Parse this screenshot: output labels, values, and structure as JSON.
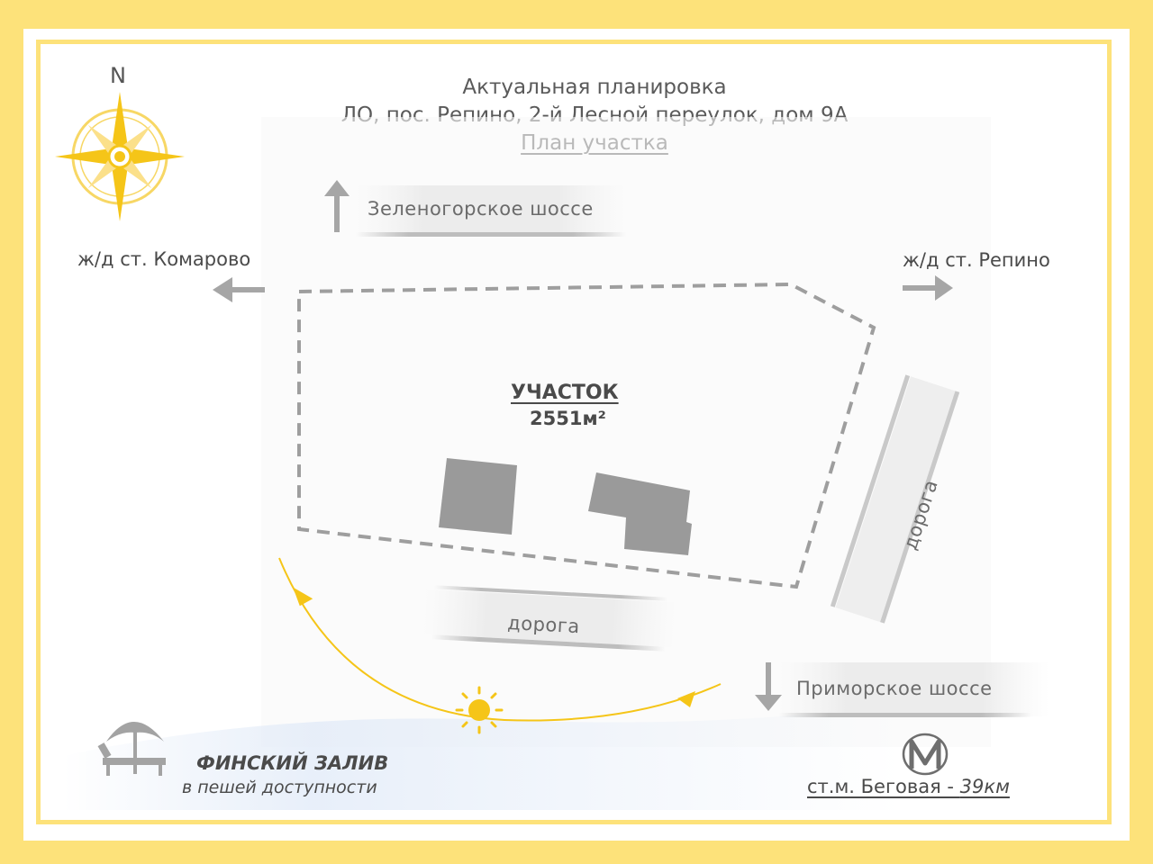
{
  "header": {
    "line1": "Актуальная планировка",
    "line2": "ЛО, пос. Репино, 2-й Лесной переулок, дом 9А",
    "line3": "План участка"
  },
  "compass": {
    "north_label": "N",
    "icon": "compass-rose-icon"
  },
  "directions": {
    "north_road": "Зеленогорское шоссе",
    "west_station": "ж/д ст. Комарово",
    "east_station": "ж/д ст. Репино",
    "south_road": "Приморское шоссе"
  },
  "plot": {
    "title": "УЧАСТОК",
    "area": "2551м²"
  },
  "roads": {
    "bottom": "дорога",
    "right": "дорога"
  },
  "bay": {
    "title": "ФИНСКИЙ ЗАЛИВ",
    "subtitle": "в пешей доступности",
    "icon": "beach-umbrella-icon"
  },
  "metro": {
    "station": "ст.м. Беговая - ",
    "distance": "39км",
    "icon": "metro-logo-icon"
  },
  "sun": {
    "icon": "sun-icon"
  },
  "colors": {
    "accent": "#fde27a",
    "sun": "#f5c518",
    "road": "#e8e8e8",
    "building": "#9a9a9a",
    "text": "#555555"
  }
}
